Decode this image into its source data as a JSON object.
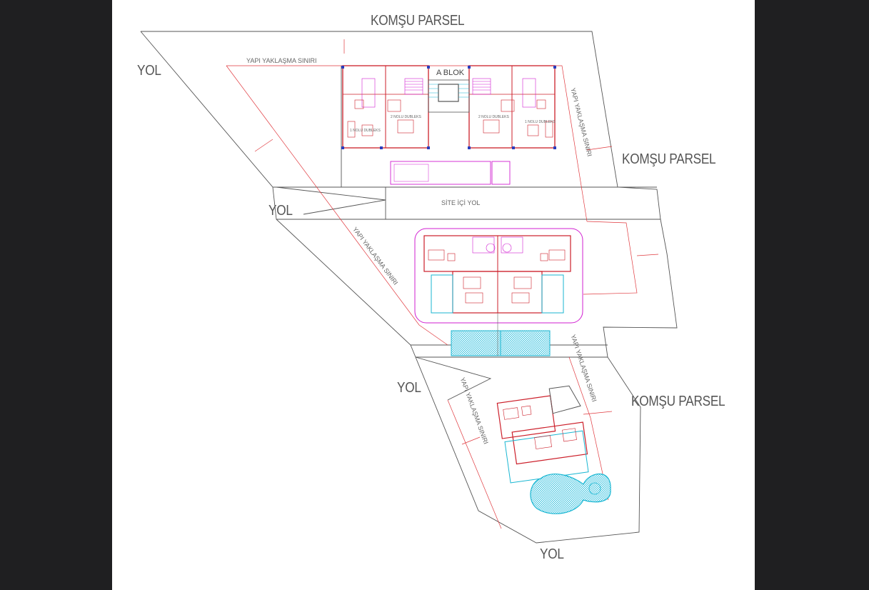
{
  "labels": {
    "komsu_parsel_top": "KOMŞU PARSEL",
    "komsu_parsel_right": "KOMŞU PARSEL",
    "komsu_parsel_bottom": "KOMŞU PARSEL",
    "yol_top": "YOL",
    "yol_middle": "YOL",
    "yol_lower": "YOL",
    "yol_bottom": "YOL",
    "site_ici_yol": "SİTE İÇİ YOL",
    "a_blok": "A BLOK",
    "yapi_yaklasma_1": "YAPI YAKLAŞMA SINIRI",
    "yapi_yaklasma_2": "YAPI YAKLAŞMA SINIRI",
    "yapi_yaklasma_3": "YAPI YAKLAŞMA SINIRI",
    "yapi_yaklasma_4": "YAPI YAKLAŞMA SINIRI",
    "yapi_yaklasma_5": "YAPI YAKLAŞMA SINIRI",
    "dubleks_1_left": "1 NOLU DUBLEKS",
    "dubleks_2_left": "2 NOLU DUBLEKS",
    "dubleks_2_right": "2 NOLU DUBLEKS",
    "dubleks_1_right": "1 NOLU DUBLEKS"
  },
  "colors": {
    "page_bg": "#1f1f21",
    "sheet": "#ffffff",
    "boundary": "#555555",
    "setback": "#e0393e",
    "wall_red": "#cc1f2a",
    "magenta": "#d11fd1",
    "cyan": "#19b6d2",
    "blue": "#2a3dbd"
  }
}
